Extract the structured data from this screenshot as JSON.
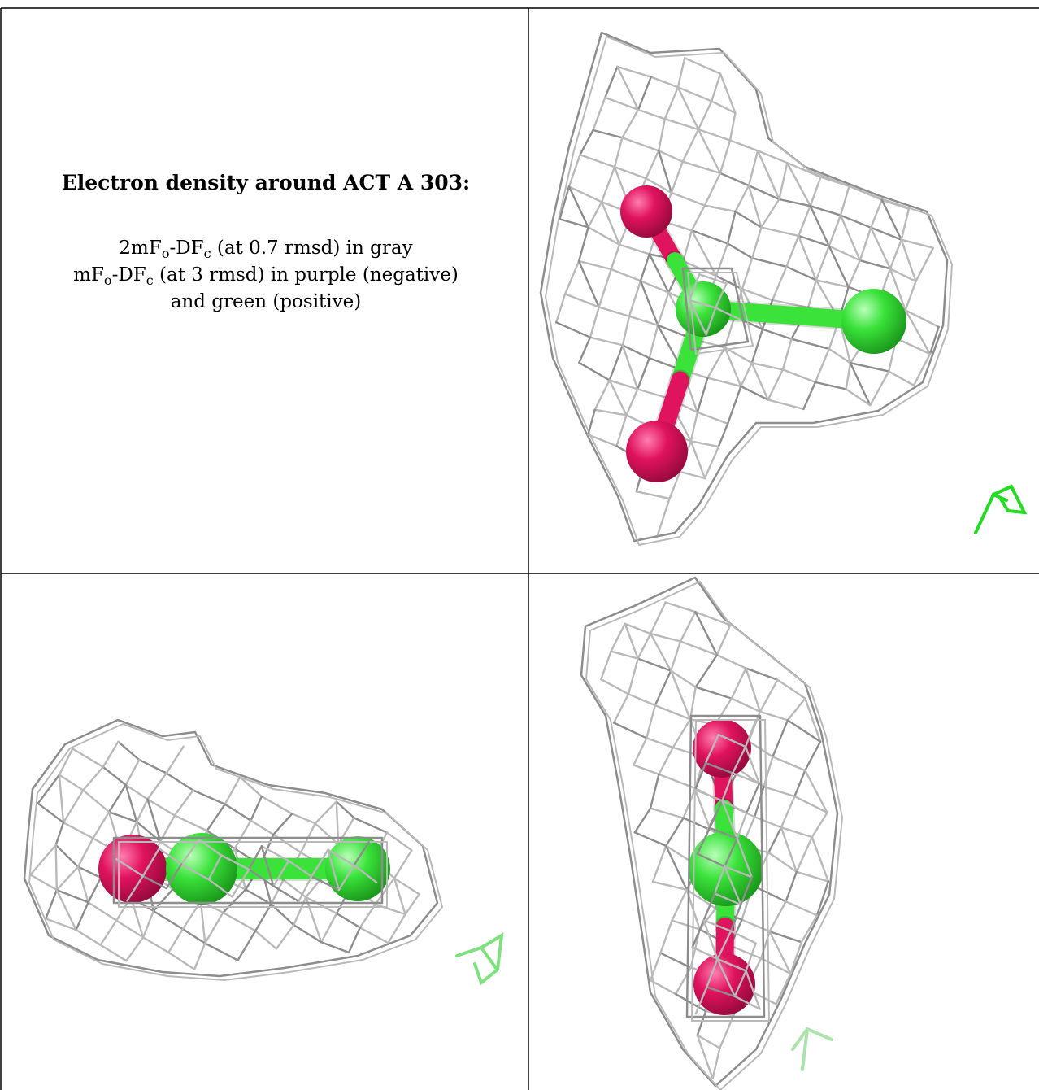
{
  "caption": {
    "title": "Electron density around ACT A 303:",
    "line1_pre": "2mF",
    "line1_sub1": "o",
    "line1_mid": "-DF",
    "line1_sub2": "c",
    "line1_post": " (at 0.7 rmsd) in gray",
    "line2_pre": "mF",
    "line2_sub1": "o",
    "line2_mid": "-DF",
    "line2_sub2": "c",
    "line2_post": " (at 3 rmsd) in purple (negative)",
    "line3": "and green (positive)"
  },
  "colors": {
    "mesh": "#b9b9b9",
    "mesh_dark": "#8d8d8d",
    "oxygen": "#e0135e",
    "carbon": "#3ae23a",
    "axis": "#22dd22"
  },
  "panels": [
    {
      "view": "top-right",
      "molecule": "ACT A 303"
    },
    {
      "view": "bottom-left",
      "molecule": "ACT A 303"
    },
    {
      "view": "bottom-right",
      "molecule": "ACT A 303"
    }
  ]
}
